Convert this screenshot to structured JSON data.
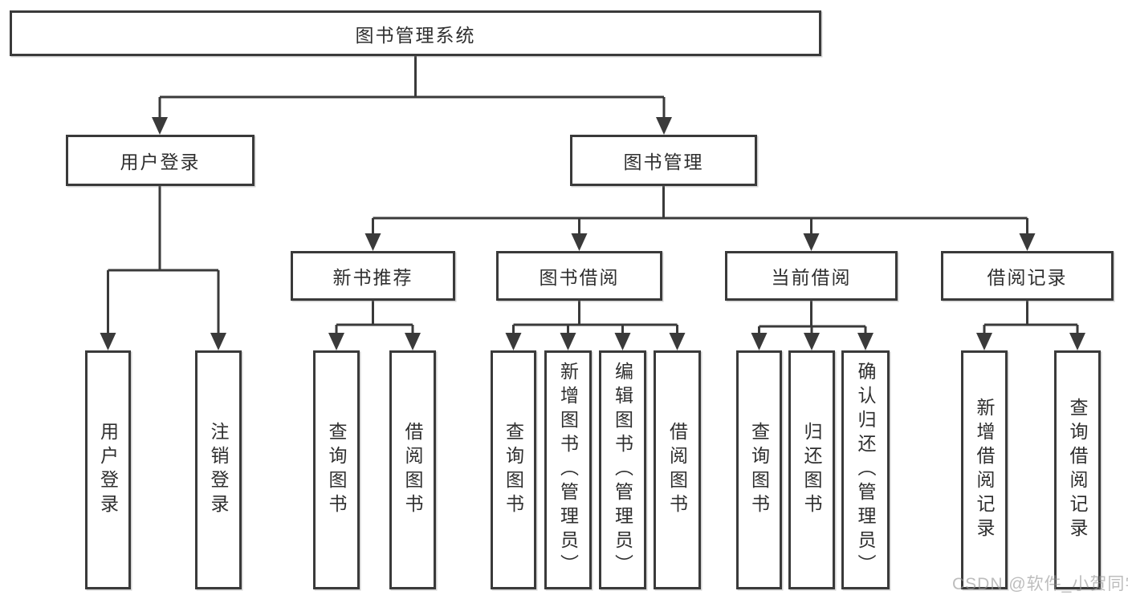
{
  "colors": {
    "line": "#3a3a3a",
    "text": "#2f2f2f",
    "watermark": "#9b9b9b"
  },
  "nodes": {
    "root": "图书管理系统",
    "user_login": "用户登录",
    "book_management": "图书管理",
    "new_book_recommend": "新书推荐",
    "book_borrow": "图书借阅",
    "current_borrow": "当前借阅",
    "borrow_records": "借阅记录",
    "ul_user_login": "用户登录",
    "ul_logout": "注销登录",
    "nb_query_book": "查询图书",
    "nb_borrow_book": "借阅图书",
    "bb_query_book": "查询图书",
    "bb_add_book": "新增图书（管理员）",
    "bb_edit_book": "编辑图书（管理员）",
    "bb_borrow_book": "借阅图书",
    "cb_query_book": "查询图书",
    "cb_return_book": "归还图书",
    "cb_confirm_return": "确认归还（管理员）",
    "br_add_record": "新增借阅记录",
    "br_query_record": "查询借阅记录"
  },
  "watermark": "CSDN @软件_小贺同学"
}
